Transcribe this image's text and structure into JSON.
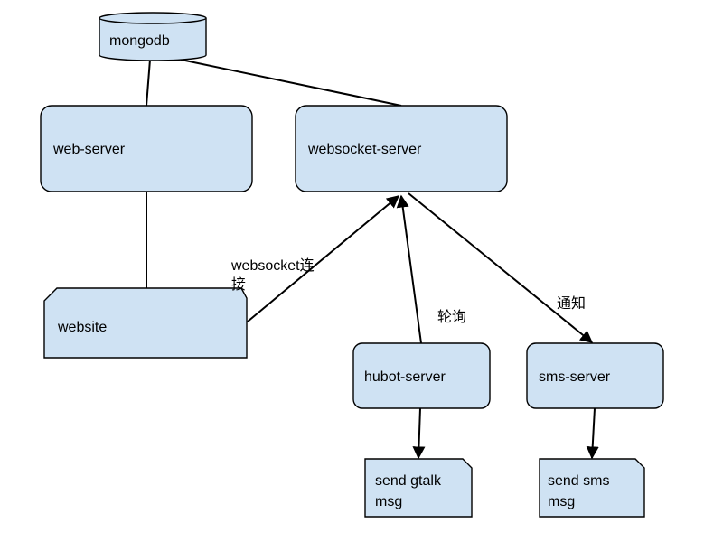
{
  "nodes": {
    "mongodb": "mongodb",
    "web_server": "web-server",
    "websocket_server": "websocket-server",
    "website": "website",
    "hubot_server": "hubot-server",
    "sms_server": "sms-server",
    "send_gtalk_line1": "send gtalk",
    "send_gtalk_line2": "msg",
    "send_sms_line1": "send sms",
    "send_sms_line2": "msg"
  },
  "edge_labels": {
    "websocket_line1": "websocket连",
    "websocket_line2": "接",
    "polling": "轮询",
    "notify": "通知"
  }
}
